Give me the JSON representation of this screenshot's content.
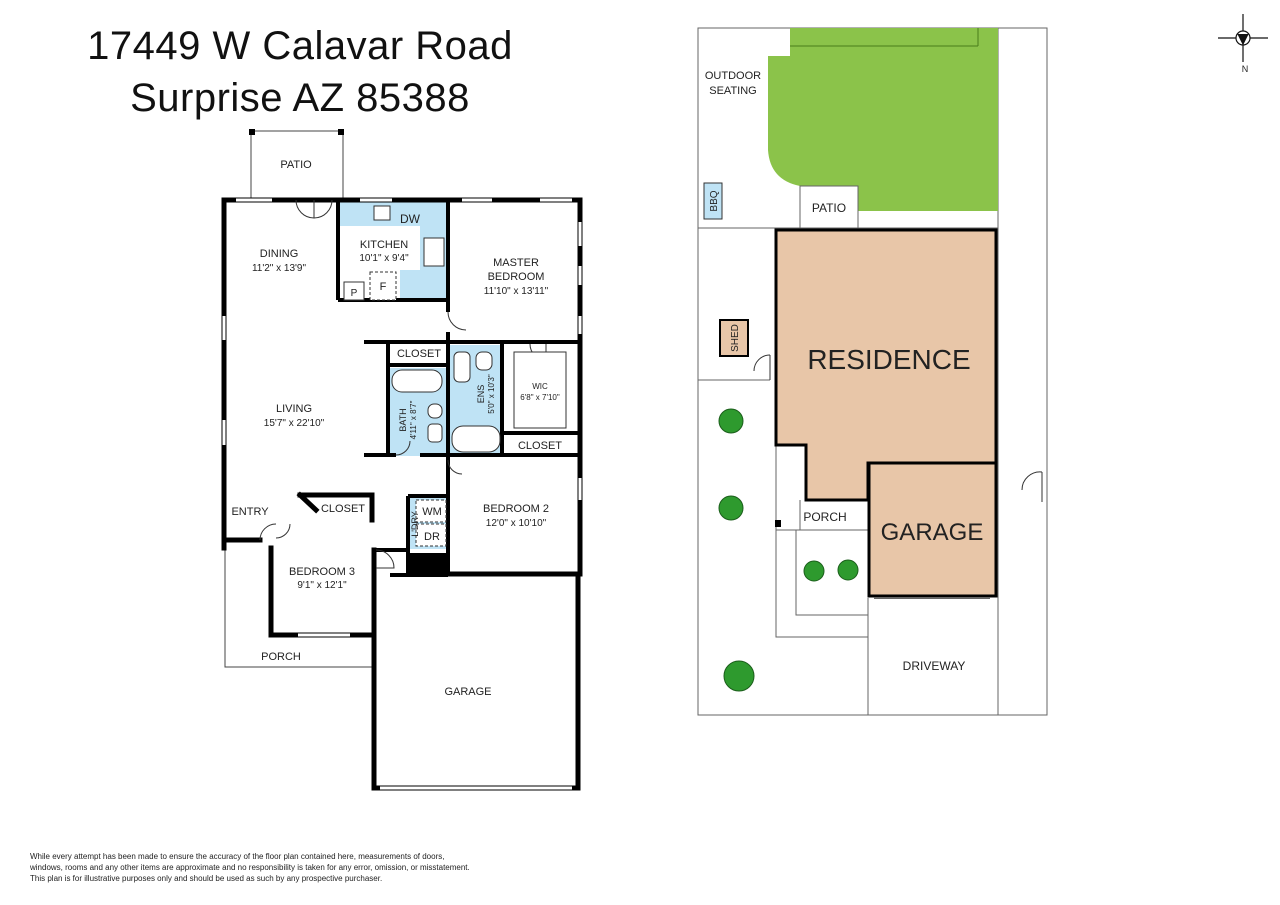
{
  "header": {
    "address_line1": "17449 W Calavar Road",
    "address_line2": "Surprise  AZ  85388"
  },
  "floor_plan": {
    "rooms": {
      "patio": "PATIO",
      "dining": "DINING",
      "dining_size": "11'2\" x 13'9\"",
      "kitchen": "KITCHEN",
      "kitchen_size": "10'1\" x 9'4\"",
      "dw": "DW",
      "pantry": "P",
      "fridge": "F",
      "master": "MASTER",
      "master2": "BEDROOM",
      "master_size": "11'10\" x 13'11\"",
      "closet_a": "CLOSET",
      "closet_b": "CLOSET",
      "closet_c": "CLOSET",
      "living": "LIVING",
      "living_size": "15'7\" x 22'10\"",
      "bath": "BATH",
      "bath_size": "4'11\" x 8'7\"",
      "ens": "ENS",
      "ens_size": "5'0\" x 10'3\"",
      "wic": "WIC",
      "wic_size": "6'8\" x 7'10\"",
      "entry": "ENTRY",
      "bedroom2": "BEDROOM 2",
      "bedroom2_size": "12'0\" x 10'10\"",
      "laundry": "L'DRY",
      "wm": "WM",
      "dr": "DR",
      "bedroom3": "BEDROOM 3",
      "bedroom3_size": "9'1\" x 12'1\"",
      "porch": "PORCH",
      "garage": "GARAGE"
    }
  },
  "site_plan": {
    "outdoor1": "OUTDOOR",
    "outdoor2": "SEATING",
    "bbq": "BBQ",
    "patio": "PATIO",
    "shed": "SHED",
    "residence": "RESIDENCE",
    "porch": "PORCH",
    "garage": "GARAGE",
    "driveway": "DRIVEWAY",
    "compass_n": "N"
  },
  "disclaimer": {
    "line1": "While every attempt has been made to ensure the accuracy of the floor plan contained here, measurements of doors,",
    "line2": "windows, rooms and any other items are approximate and no responsibility is taken for any error, omission, or misstatement.",
    "line3": "This plan is for illustrative purposes only and should be used as such by any prospective purchaser."
  },
  "colors": {
    "wall": "#000000",
    "wet_area": "#bfe3f5",
    "lawn": "#8bc34a",
    "building": "#e8c6a8",
    "tree": "#2e9a2e"
  }
}
